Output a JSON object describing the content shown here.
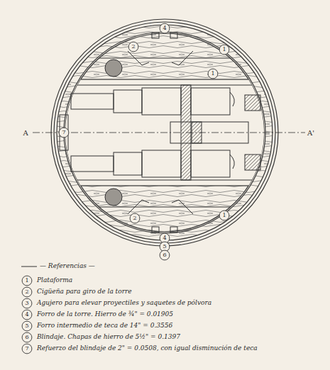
{
  "diagram": {
    "labels": [
      "A",
      "A'",
      "7",
      "2",
      "4",
      "1",
      "1",
      "2",
      "1",
      "4",
      "5",
      "6",
      "— Referencias —",
      "1",
      "Plataforma",
      "2",
      "Cigüeña para giro de la torre",
      "3",
      "Agujero para elevar proyectiles y saquetes de pólvora",
      "4",
      "Forro de la torre. Hierro de ¾\" = 0.01905",
      "5",
      "Forro intermedio de teca de 14\" = 0.3556",
      "6",
      "Blindaje. Chapas de hierro de 5½\" = 0.1397",
      "7",
      "Refuerzo del blindaje de 2\" = 0.0508, con igual disminución de teca"
    ]
  }
}
